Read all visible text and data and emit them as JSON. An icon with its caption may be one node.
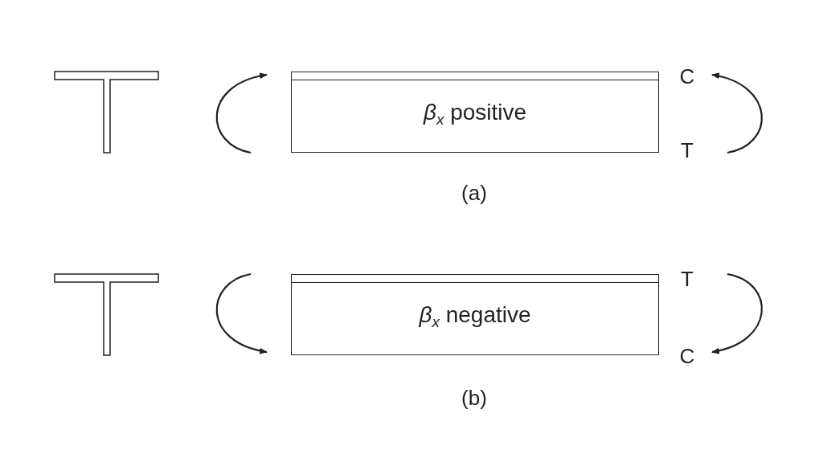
{
  "diagram": {
    "nodes": [
      {
        "text": [
          "*β*$_{x}$ positive"
        ]
      },
      {
        "text": [
          "*β*$_{x}$ negative"
        ]
      }
    ],
    "labels": [
      "C",
      "T",
      "(a)",
      "T",
      "C",
      "(b)"
    ]
  }
}
